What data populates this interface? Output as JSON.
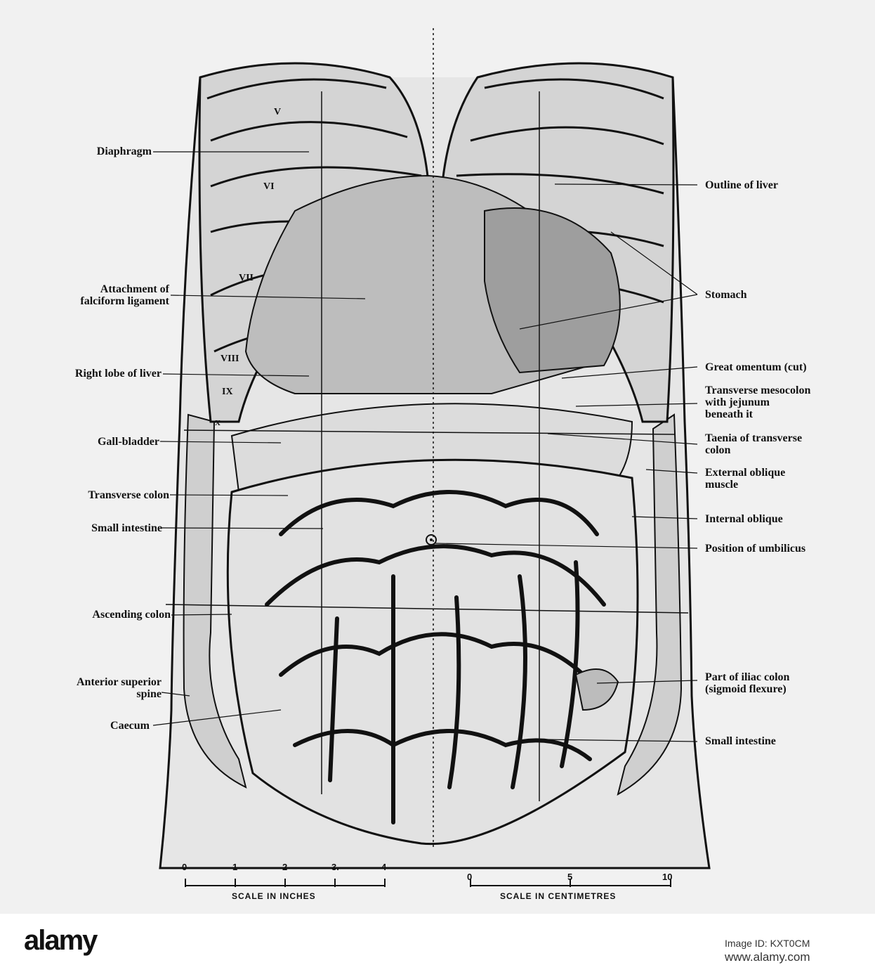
{
  "labels_left": [
    {
      "id": "diaphragm",
      "lines": [
        "Diaphragm"
      ]
    },
    {
      "id": "falciform",
      "lines": [
        "Attachment of",
        "falciform ligament"
      ]
    },
    {
      "id": "right-lobe",
      "lines": [
        "Right lobe of liver"
      ]
    },
    {
      "id": "gall-bladder",
      "lines": [
        "Gall-bladder"
      ]
    },
    {
      "id": "transverse-colon",
      "lines": [
        "Transverse colon"
      ]
    },
    {
      "id": "small-intestine-left",
      "lines": [
        "Small intestine"
      ]
    },
    {
      "id": "ascending-colon",
      "lines": [
        "Ascending colon"
      ]
    },
    {
      "id": "anterior-superior-spine",
      "lines": [
        "Anterior superior",
        "spine"
      ]
    },
    {
      "id": "caecum",
      "lines": [
        "Caecum"
      ]
    }
  ],
  "labels_right": [
    {
      "id": "outline-liver",
      "lines": [
        "Outline of liver"
      ]
    },
    {
      "id": "stomach",
      "lines": [
        "Stomach"
      ]
    },
    {
      "id": "great-omentum",
      "lines": [
        "Great omentum (cut)"
      ]
    },
    {
      "id": "transverse-mesocolon",
      "lines": [
        "Transverse mesocolon",
        "with jejunum",
        "beneath it"
      ]
    },
    {
      "id": "taenia",
      "lines": [
        "Taenia of transverse",
        "colon"
      ]
    },
    {
      "id": "external-oblique",
      "lines": [
        "External oblique",
        "muscle"
      ]
    },
    {
      "id": "internal-oblique",
      "lines": [
        "Internal oblique"
      ]
    },
    {
      "id": "umbilicus",
      "lines": [
        "Position of umbilicus"
      ]
    },
    {
      "id": "iliac-colon",
      "lines": [
        "Part of iliac colon",
        "(sigmoid flexure)"
      ]
    },
    {
      "id": "small-intestine-right",
      "lines": [
        "Small intestine"
      ]
    }
  ],
  "ribs": [
    "V",
    "VI",
    "VII",
    "VIII",
    "IX",
    "X"
  ],
  "scale_inches": {
    "caption": "SCALE IN INCHES",
    "ticks": [
      "0",
      "1",
      "2",
      "3.",
      "4"
    ]
  },
  "scale_cm": {
    "caption": "SCALE IN CENTIMETRES",
    "ticks": [
      "0",
      "5",
      "10"
    ]
  },
  "footer": {
    "logo": "alamy",
    "image_id": "Image ID: KXT0CM",
    "url": "www.alamy.com"
  }
}
